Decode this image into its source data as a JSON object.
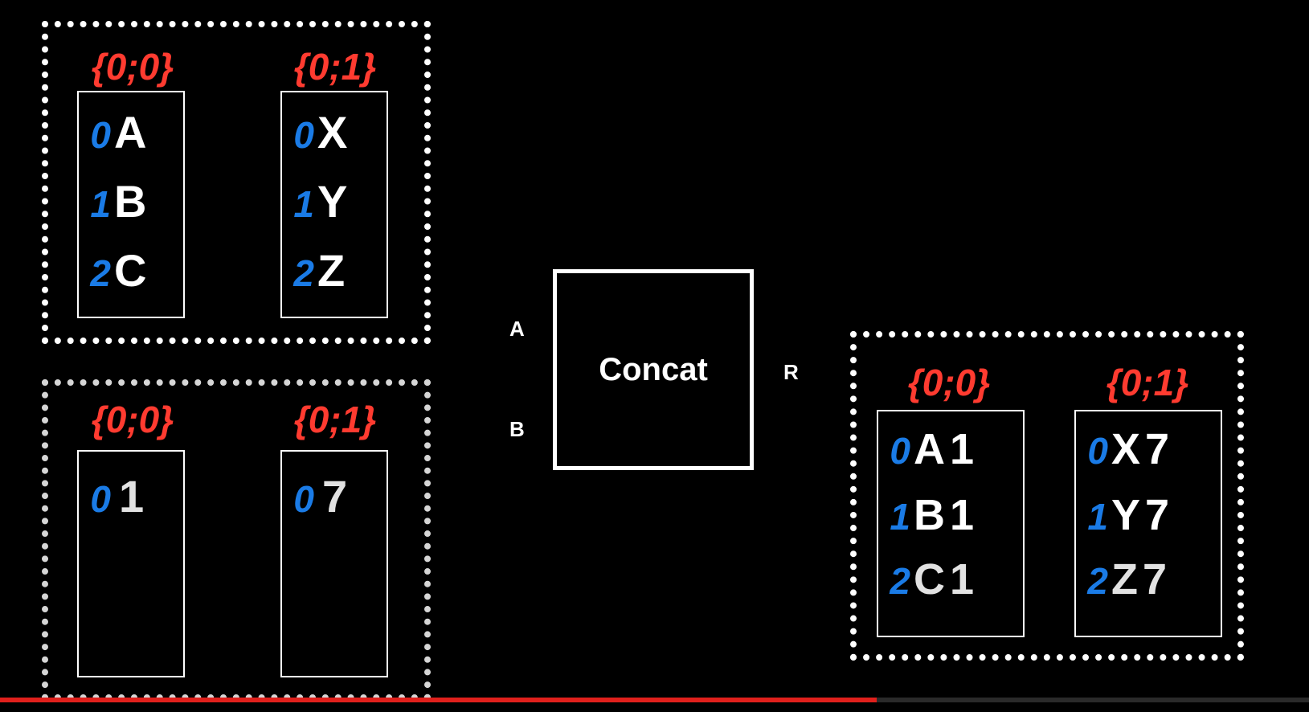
{
  "inputs": {
    "a": {
      "partitions": [
        {
          "label": "{0;0}",
          "rows": [
            {
              "idx": "0",
              "val": "A"
            },
            {
              "idx": "1",
              "val": "B"
            },
            {
              "idx": "2",
              "val": "C"
            }
          ]
        },
        {
          "label": "{0;1}",
          "rows": [
            {
              "idx": "0",
              "val": "X"
            },
            {
              "idx": "1",
              "val": "Y"
            },
            {
              "idx": "2",
              "val": "Z"
            }
          ]
        }
      ]
    },
    "b": {
      "partitions": [
        {
          "label": "{0;0}",
          "rows": [
            {
              "idx": "0",
              "val": "1"
            }
          ]
        },
        {
          "label": "{0;1}",
          "rows": [
            {
              "idx": "0",
              "val": "7"
            }
          ]
        }
      ]
    }
  },
  "operation": {
    "label": "Concat",
    "port_a": "A",
    "port_b": "B",
    "port_r": "R"
  },
  "result": {
    "partitions": [
      {
        "label": "{0;0}",
        "rows": [
          {
            "idx": "0",
            "val": "A1"
          },
          {
            "idx": "1",
            "val": "B1"
          },
          {
            "idx": "2",
            "val": "C1"
          }
        ]
      },
      {
        "label": "{0;1}",
        "rows": [
          {
            "idx": "0",
            "val": "X7"
          },
          {
            "idx": "1",
            "val": "Y7"
          },
          {
            "idx": "2",
            "val": "Z7"
          }
        ]
      }
    ]
  },
  "colors": {
    "partition_label": "#ff3b30",
    "index": "#1a7be6",
    "value": "#ffffff",
    "progress": "#e0201c"
  },
  "progress": {
    "fraction": 0.67
  }
}
